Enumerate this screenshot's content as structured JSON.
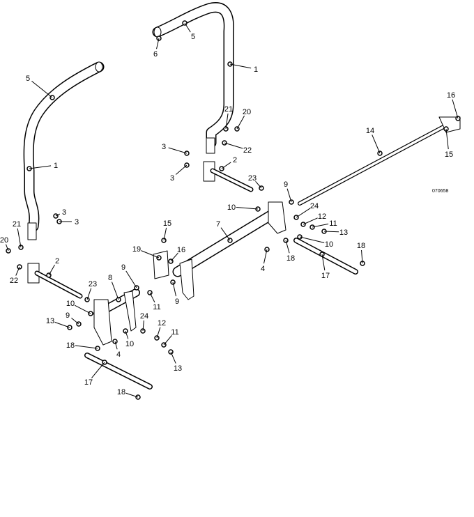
{
  "diagram": {
    "figure_id": "070658",
    "callouts": [
      "5",
      "6",
      "1",
      "5",
      "1",
      "21",
      "20",
      "22",
      "3",
      "3",
      "2",
      "23",
      "9",
      "10",
      "24",
      "12",
      "11",
      "13",
      "10",
      "18",
      "4",
      "17",
      "18",
      "14",
      "16",
      "15",
      "7",
      "15",
      "19",
      "16",
      "3",
      "3",
      "21",
      "20",
      "22",
      "2",
      "23",
      "9",
      "9",
      "11",
      "8",
      "10",
      "9",
      "13",
      "10",
      "24",
      "12",
      "11",
      "18",
      "4",
      "13",
      "17",
      "18"
    ]
  }
}
